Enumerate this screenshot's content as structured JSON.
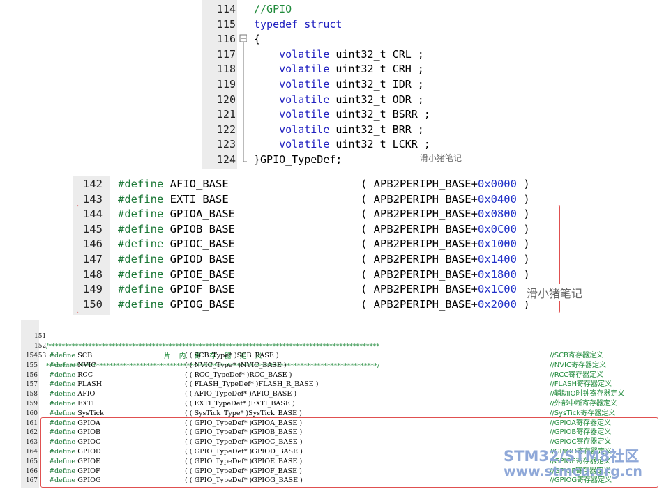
{
  "panel1": {
    "lines": [
      {
        "num": "114",
        "parts": [
          {
            "t": "//GPIO",
            "c": "cm"
          }
        ]
      },
      {
        "num": "115",
        "parts": [
          {
            "t": "typedef struct",
            "c": "kw"
          }
        ]
      },
      {
        "num": "116",
        "parts": [
          {
            "t": "{",
            "c": ""
          }
        ]
      },
      {
        "num": "117",
        "parts": [
          {
            "t": "    volatile ",
            "c": "kw"
          },
          {
            "t": "uint32_t CRL ;",
            "c": ""
          }
        ]
      },
      {
        "num": "118",
        "parts": [
          {
            "t": "    volatile ",
            "c": "kw"
          },
          {
            "t": "uint32_t CRH ;",
            "c": ""
          }
        ]
      },
      {
        "num": "119",
        "parts": [
          {
            "t": "    volatile ",
            "c": "kw"
          },
          {
            "t": "uint32_t IDR ;",
            "c": ""
          }
        ]
      },
      {
        "num": "120",
        "parts": [
          {
            "t": "    volatile ",
            "c": "kw"
          },
          {
            "t": "uint32_t ODR ;",
            "c": ""
          }
        ]
      },
      {
        "num": "121",
        "parts": [
          {
            "t": "    volatile ",
            "c": "kw"
          },
          {
            "t": "uint32_t BSRR ;",
            "c": ""
          }
        ]
      },
      {
        "num": "122",
        "parts": [
          {
            "t": "    volatile ",
            "c": "kw"
          },
          {
            "t": "uint32_t BRR ;",
            "c": ""
          }
        ]
      },
      {
        "num": "123",
        "parts": [
          {
            "t": "    volatile ",
            "c": "kw"
          },
          {
            "t": "uint32_t LCKR ;",
            "c": ""
          }
        ]
      },
      {
        "num": "124",
        "parts": [
          {
            "t": "}GPIO_TypeDef;",
            "c": ""
          }
        ]
      }
    ],
    "watermark": "滑小猪笔记"
  },
  "panel2": {
    "lines": [
      {
        "num": "142",
        "name": "AFIO_BASE",
        "hex": "0x0000"
      },
      {
        "num": "143",
        "name": "EXTI_BASE",
        "hex": "0x0400"
      },
      {
        "num": "144",
        "name": "GPIOA_BASE",
        "hex": "0x0800"
      },
      {
        "num": "145",
        "name": "GPIOB_BASE",
        "hex": "0x0C00"
      },
      {
        "num": "146",
        "name": "GPIOC_BASE",
        "hex": "0x1000"
      },
      {
        "num": "147",
        "name": "GPIOD_BASE",
        "hex": "0x1400"
      },
      {
        "num": "148",
        "name": "GPIOE_BASE",
        "hex": "0x1800"
      },
      {
        "num": "149",
        "name": "GPIOF_BASE",
        "hex": "0x1C00"
      },
      {
        "num": "150",
        "name": "GPIOG_BASE",
        "hex": "0x2000"
      }
    ],
    "define": "#define",
    "prefix": "( APB2PERIPH_BASE+",
    "suffix": " )",
    "watermark": "滑小猪笔记"
  },
  "panel3": {
    "stars1": "/***************************************************************************************************",
    "title": "片    内    寄    存    器    定    义",
    "stars2": "***************************************************************************************************/",
    "lines": [
      {
        "num": "154",
        "name": "SCB",
        "cast": "( ( SCB_Type* )SCB_BASE )",
        "cmt": "//SCB寄存器定义"
      },
      {
        "num": "155",
        "name": "NVIC",
        "cast": "( ( NVIC_Type* )NVIC_BASE )",
        "cmt": "//NVIC寄存器定义"
      },
      {
        "num": "156",
        "name": "RCC",
        "cast": "( ( RCC_TypeDef* )RCC_BASE )",
        "cmt": "//RCC寄存器定义"
      },
      {
        "num": "157",
        "name": "FLASH",
        "cast": "( ( FLASH_TypeDef* )FLASH_R_BASE )",
        "cmt": "//FLASH寄存器定义"
      },
      {
        "num": "158",
        "name": "AFIO",
        "cast": "( ( AFIO_TypeDef* )AFIO_BASE )",
        "cmt": "//辅助IO时钟寄存器定义"
      },
      {
        "num": "159",
        "name": "EXTI",
        "cast": "( ( EXTI_TypeDef* )EXTI_BASE )",
        "cmt": "//外部中断寄存器定义"
      },
      {
        "num": "160",
        "name": "SysTick",
        "cast": "( ( SysTick_Type* )SysTick_BASE )",
        "cmt": "//SysTick寄存器定义"
      },
      {
        "num": "161",
        "name": "GPIOA",
        "cast": "( ( GPIO_TypeDef* )GPIOA_BASE )",
        "cmt": "//GPIOA寄存器定义"
      },
      {
        "num": "162",
        "name": "GPIOB",
        "cast": "( ( GPIO_TypeDef* )GPIOB_BASE )",
        "cmt": "//GPIOB寄存器定义"
      },
      {
        "num": "163",
        "name": "GPIOC",
        "cast": "( ( GPIO_TypeDef* )GPIOC_BASE )",
        "cmt": "//GPIOC寄存器定义"
      },
      {
        "num": "164",
        "name": "GPIOD",
        "cast": "( ( GPIO_TypeDef* )GPIOD_BASE )",
        "cmt": "//GPIOD寄存器定义"
      },
      {
        "num": "165",
        "name": "GPIOE",
        "cast": "( ( GPIO_TypeDef* )GPIOE_BASE )",
        "cmt": "//GPIOE寄存器定义"
      },
      {
        "num": "166",
        "name": "GPIOF",
        "cast": "( ( GPIO_TypeDef* )GPIOF_BASE )",
        "cmt": "//GPIOF寄存器定义"
      },
      {
        "num": "167",
        "name": "GPIOG",
        "cast": "( ( GPIO_TypeDef* )GPIOG_BASE )",
        "cmt": "//GPIOG寄存器定义"
      }
    ],
    "define": "#define",
    "num151": "151",
    "num152": "152",
    "num153": "153"
  },
  "site_watermark": {
    "line1": "STM32/STM8社区",
    "line2": "www.stmcu.org.cn"
  },
  "colors": {
    "keyword": "#2020c0",
    "comment": "#1f8a3a",
    "hex": "#2030c8",
    "highlight_box": "#e05050",
    "watermark_site": "#8fa8d8"
  }
}
